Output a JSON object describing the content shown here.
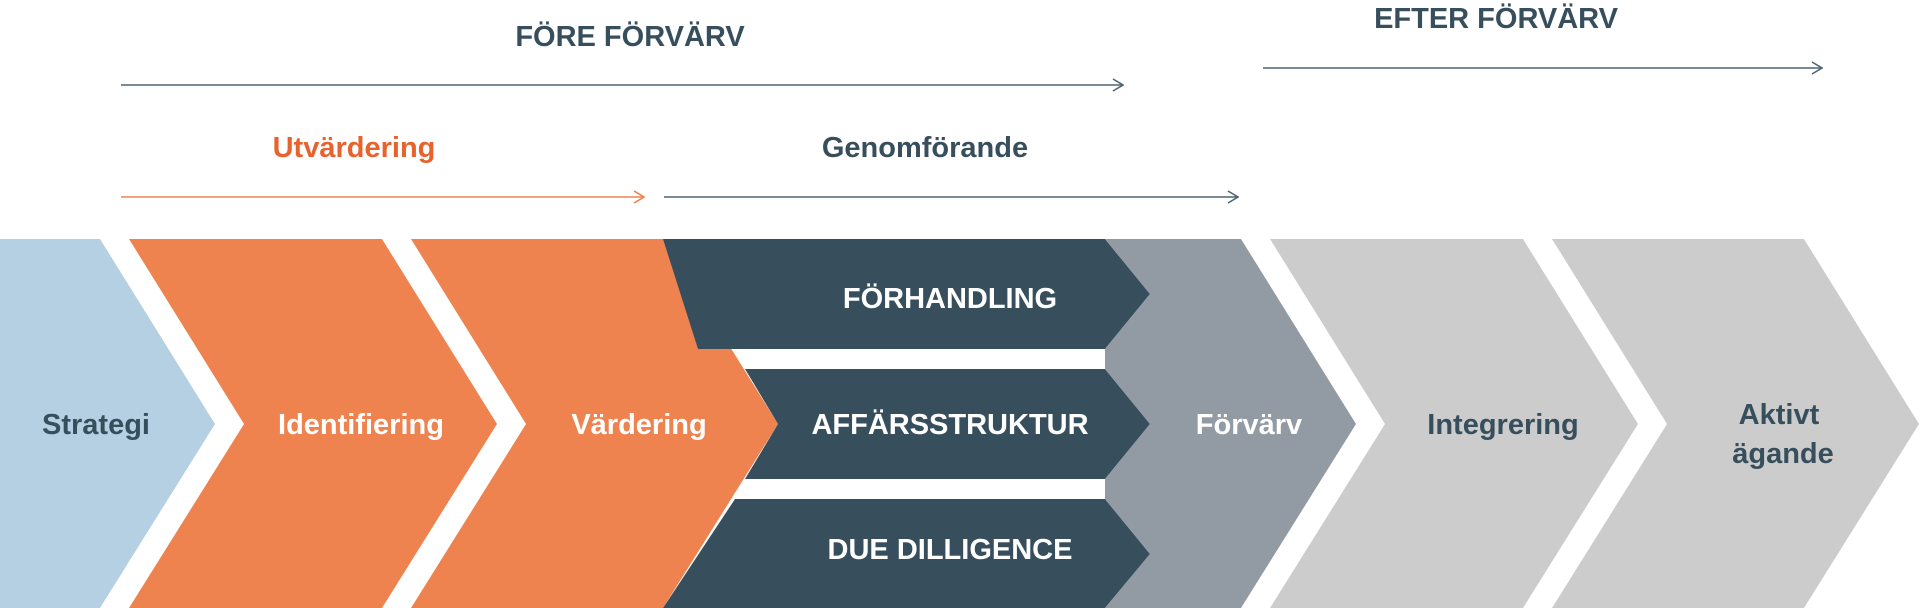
{
  "phases": {
    "before": {
      "label": "FÖRE FÖRVÄRV"
    },
    "after": {
      "label": "EFTER FÖRVÄRV"
    },
    "evaluation": {
      "label": "Utvärdering"
    },
    "execution": {
      "label": "Genomförande"
    }
  },
  "steps": {
    "strategy": {
      "label": "Strategi"
    },
    "identification": {
      "label": "Identifiering"
    },
    "valuation": {
      "label": "Värdering"
    },
    "negotiation": {
      "label": "FÖRHANDLING"
    },
    "deal_structure": {
      "label": "AFFÄRSSTRUKTUR"
    },
    "due_diligence": {
      "label": "DUE DILLIGENCE"
    },
    "acquisition": {
      "label": "Förvärv"
    },
    "integration": {
      "label": "Integrering"
    },
    "ownership": {
      "label_line1": "Aktivt",
      "label_line2": "ägande"
    }
  },
  "colors": {
    "light_blue": "#b5cfe3",
    "orange": "#ef834f",
    "orange_text": "#e8622e",
    "dark_slate": "#374f5d",
    "grey": "#929aa3",
    "light_grey": "#cccccc",
    "arrow_slate": "#4f6572",
    "white": "#ffffff"
  }
}
